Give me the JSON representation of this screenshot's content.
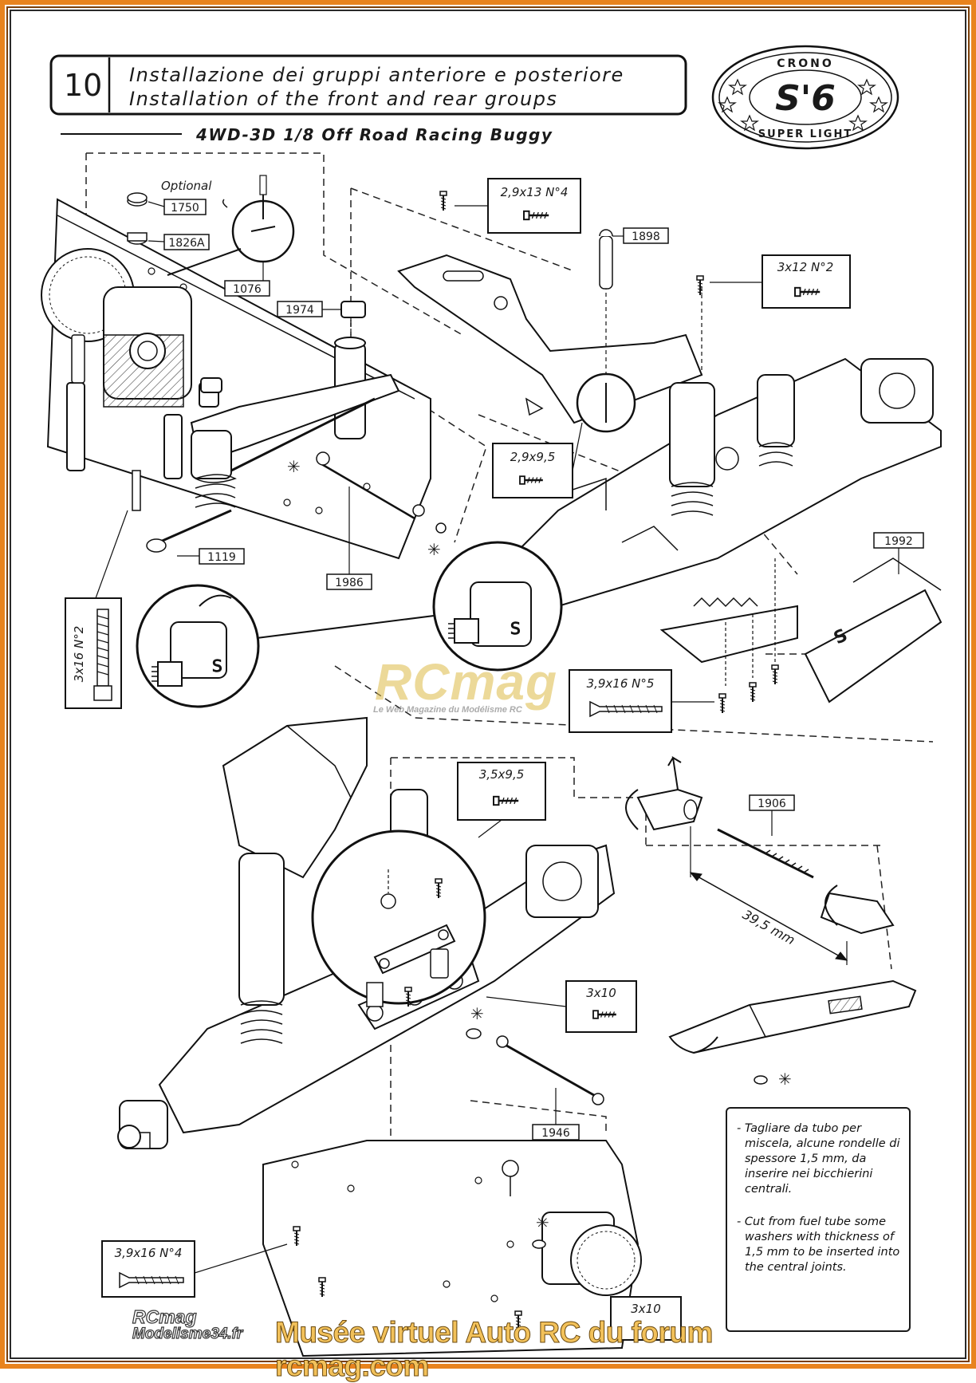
{
  "step": {
    "number": "10",
    "title_it": "Installazione dei gruppi anteriore e posteriore",
    "title_en": "Installation of the front and rear groups",
    "subtitle": "4WD-3D 1/8 Off Road Racing Buggy"
  },
  "logo": {
    "top_text": "CRONO",
    "center_text": "S'6",
    "bottom_text": "SUPER LIGHT"
  },
  "labels": {
    "optional": "Optional",
    "p1750": "1750",
    "p1826a": "1826A",
    "p1076": "1076",
    "p1974": "1974",
    "p1898": "1898",
    "p1119": "1119",
    "p1986": "1986",
    "p1992": "1992",
    "p1906": "1906",
    "p1946": "1946",
    "dimension": "39,5 mm",
    "hub_mark": "S"
  },
  "hardware": {
    "s29x13": "2,9x13 N°4",
    "s3x12": "3x12 N°2",
    "s29x95": "2,9x9,5",
    "s3x16": "3x16 N°2",
    "s39x16n5": "3,9x16 N°5",
    "s35x95": "3,5x9,5",
    "s3x10a": "3x10",
    "s39x16n4": "3,9x16 N°4",
    "s3x10b": "3x10"
  },
  "note": {
    "it": "- Tagliare da tubo per miscela, alcune rondelle di spessore 1,5 mm, da inserire nei bicchierini centrali.",
    "en": "- Cut from fuel tube some washers with thickness of 1,5 mm to be inserted into the central joints."
  },
  "watermark": {
    "main": "RCmag",
    "sub": "Le Web Magazine du Modélisme RC"
  },
  "footer": {
    "text": "Musée virtuel Auto RC du forum rcmag.com",
    "brand_line1": "RCmag",
    "brand_line2": "Modelisme34.fr"
  },
  "colors": {
    "frame": "#e8831e",
    "ink": "#1a1a1a",
    "footer_text": "#f2c15a"
  }
}
